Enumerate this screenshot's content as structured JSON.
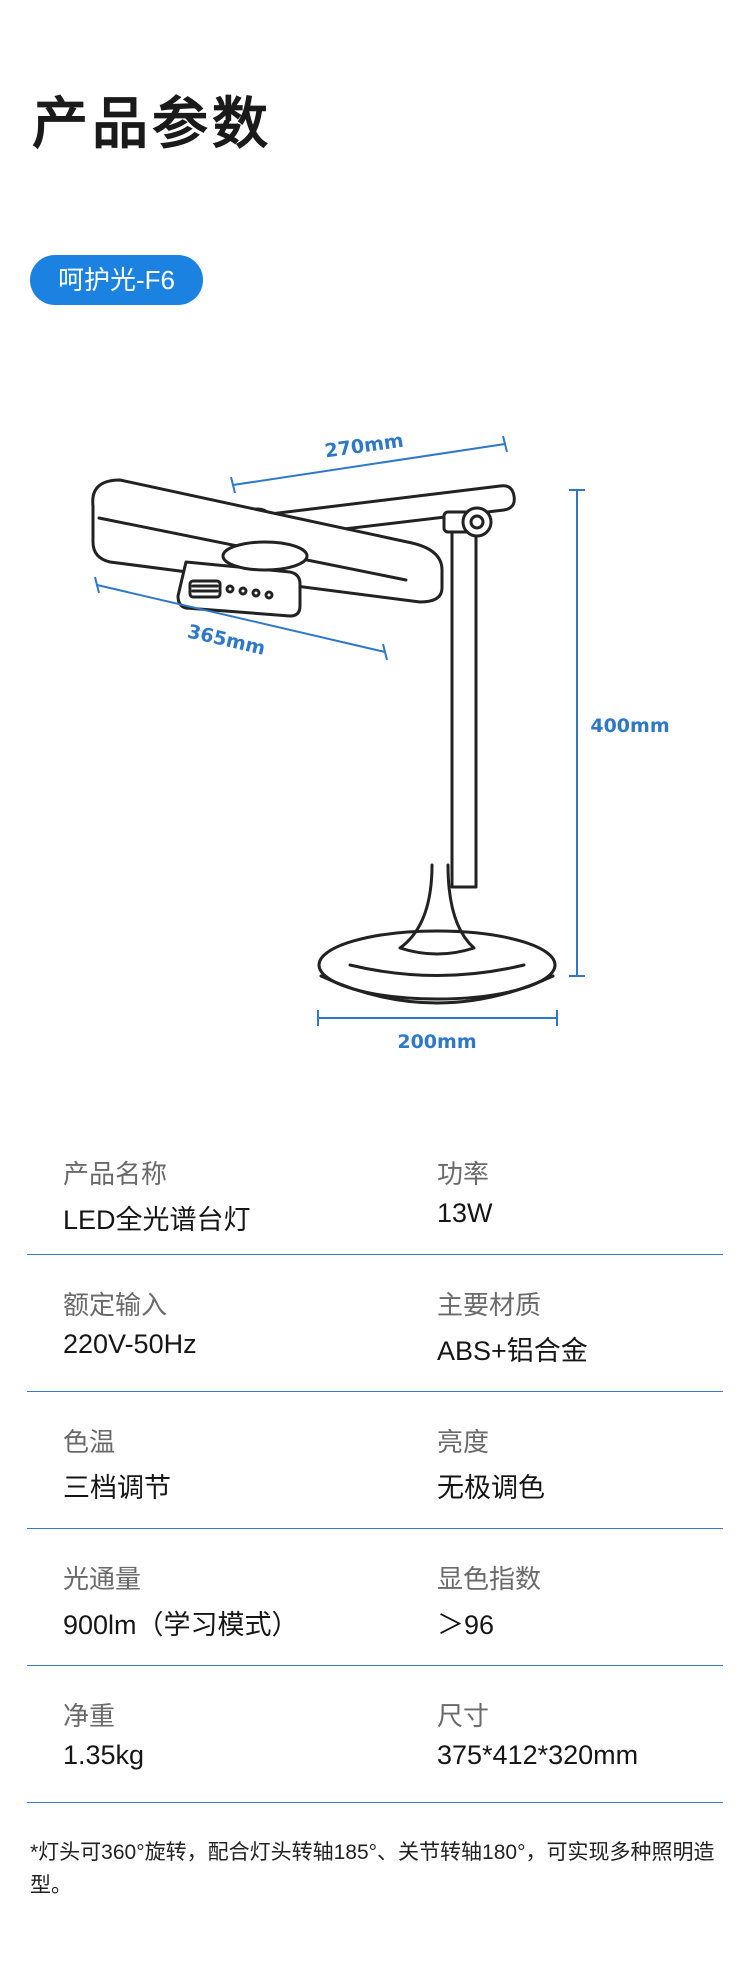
{
  "page_title": "产品参数",
  "model_badge": "呵护光-F6",
  "diagram": {
    "width_arm": "270mm",
    "width_head": "365mm",
    "height": "400mm",
    "base_width": "200mm",
    "line_color": "#222222",
    "dimension_color": "#2f78c8"
  },
  "specs": [
    {
      "left": {
        "label": "产品名称",
        "value": "LED全光谱台灯"
      },
      "right": {
        "label": "功率",
        "value": "13W"
      }
    },
    {
      "left": {
        "label": "额定输入",
        "value": "220V-50Hz"
      },
      "right": {
        "label": "主要材质",
        "value": "ABS+铝合金"
      }
    },
    {
      "left": {
        "label": "色温",
        "value": "三档调节"
      },
      "right": {
        "label": "亮度",
        "value": "无极调色"
      }
    },
    {
      "left": {
        "label": "光通量",
        "value": "900lm（学习模式）"
      },
      "right": {
        "label": "显色指数",
        "value": "＞96"
      }
    },
    {
      "left": {
        "label": "净重",
        "value": "1.35kg"
      },
      "right": {
        "label": "尺寸",
        "value": "375*412*320mm"
      }
    }
  ],
  "footnote": "*灯头可360°旋转，配合灯头转轴185°、关节转轴180°，可实现多种照明造型。",
  "colors": {
    "accent": "#1b82e2",
    "divider": "#3b7ad0"
  }
}
